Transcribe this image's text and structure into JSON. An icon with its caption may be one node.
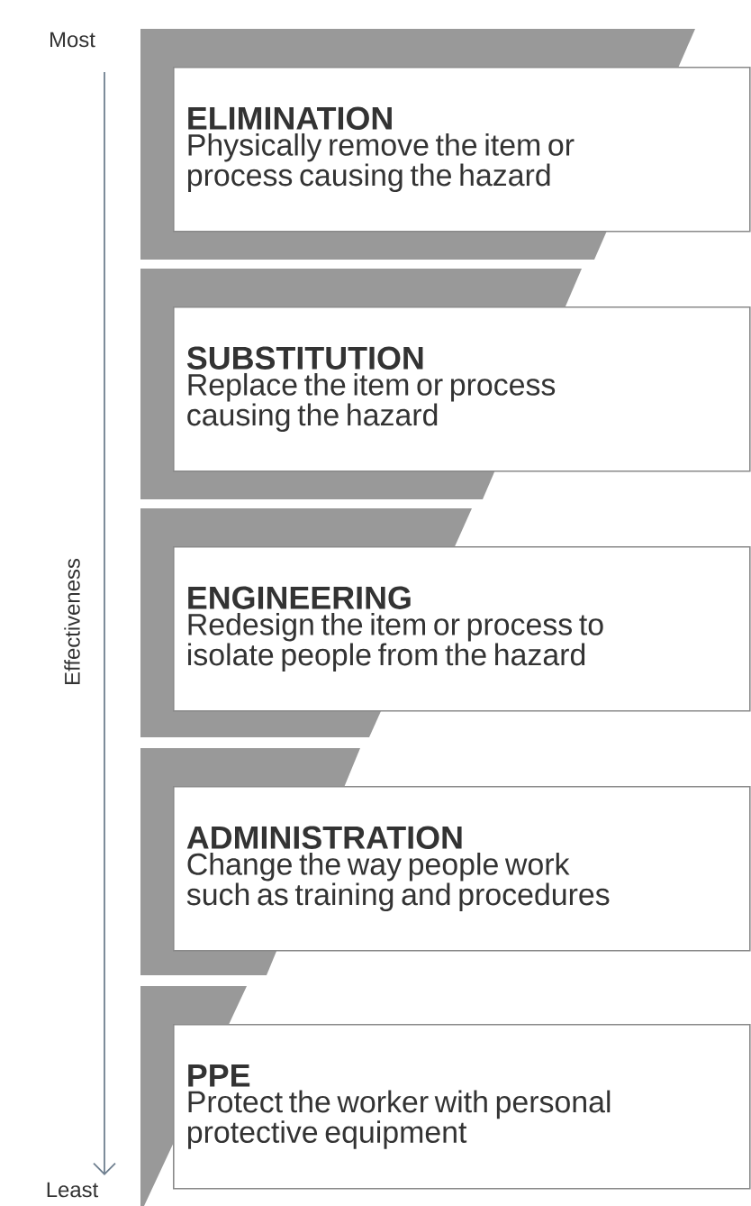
{
  "diagram": {
    "nodes": [
      {
        "text": [
          "ELIMINATION",
          "Physically remove the item or process causing the hazard"
        ]
      },
      {
        "text": [
          "SUBSTITUTION",
          "Replace the item or process causing the hazard"
        ]
      },
      {
        "text": [
          "ENGINEERING",
          "Redesign the item or process to isolate people from the hazard"
        ]
      },
      {
        "text": [
          "ADMINISTRATION",
          "Change the way people work such as training and procedures"
        ]
      },
      {
        "text": [
          "PPE",
          "Protect the worker with personal protective equipment"
        ]
      }
    ],
    "labels": [
      "Most",
      "Effectiveness",
      "Least"
    ]
  }
}
